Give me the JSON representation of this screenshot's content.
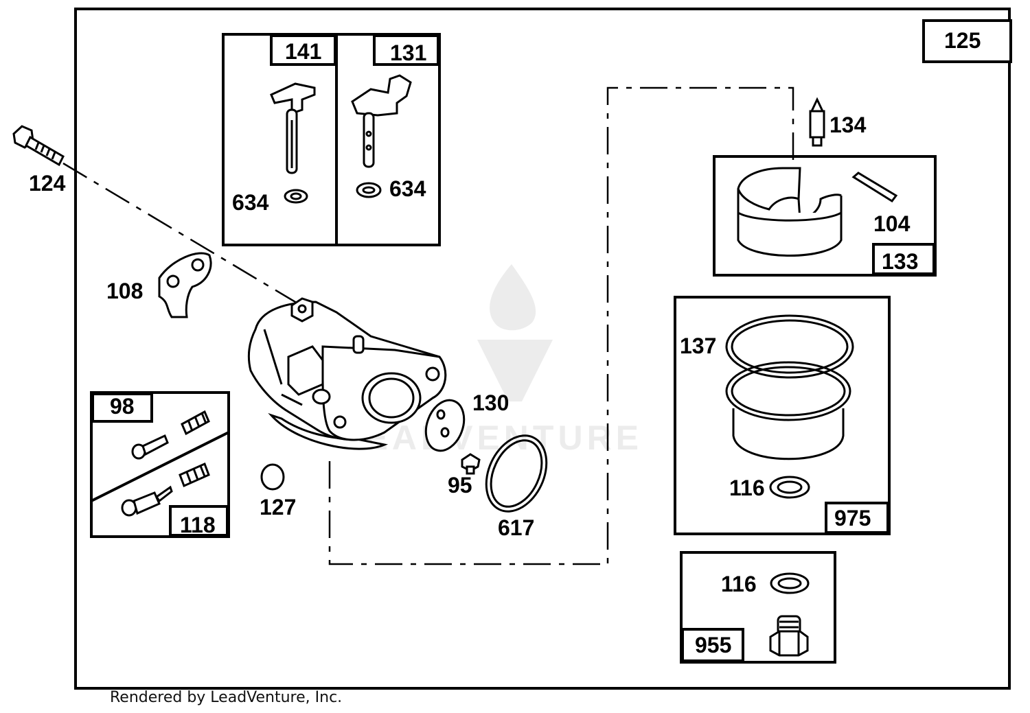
{
  "assembly_label": "125",
  "kits": {
    "k141": "141",
    "k131": "131",
    "k133": "133",
    "k975": "975",
    "k955": "955",
    "k98": "98",
    "k118": "118"
  },
  "parts": {
    "p124": "124",
    "p634a": "634",
    "p634b": "634",
    "p108": "108",
    "p134": "134",
    "p104": "104",
    "p137": "137",
    "p116a": "116",
    "p116b": "116",
    "p130": "130",
    "p95": "95",
    "p617": "617",
    "p127": "127"
  },
  "watermark": "LEADVENTURE",
  "footer": "Rendered by LeadVenture, Inc."
}
